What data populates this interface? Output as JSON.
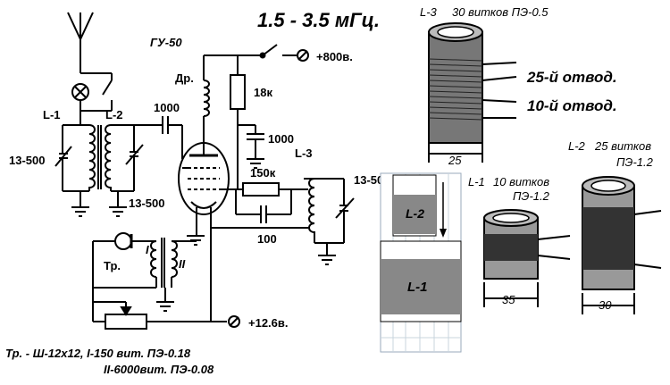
{
  "title": "1.5 - 3.5 мГц.",
  "tube": "ГУ-50",
  "supply_high": "+800в.",
  "supply_low": "+12.6в.",
  "choke": "Др.",
  "r_anode": "18к",
  "c_anode": "1000",
  "c_grid": "1000",
  "r_grid": "150к",
  "c_grid_bypass": "100",
  "l1_label": "L-1",
  "l2_label": "L-2",
  "l3_label": "L-3",
  "var_cap_left": "13-500",
  "var_cap_mid": "13-500",
  "var_cap_right": "13-500",
  "transformer": "Тр.",
  "winding_I": "I",
  "winding_II": "II",
  "note_line1": "Тр. - Ш-12х12, I-150 вит. ПЭ-0.18",
  "note_line2": "II-6000вит. ПЭ-0.08",
  "coil_l3": {
    "caption_name": "L-3",
    "caption_rest": "30 витков ПЭ-0.5",
    "tap1": "25-й отвод.",
    "tap2": "10-й отвод.",
    "dim": "25"
  },
  "coil_l1": {
    "caption_name": "L-1",
    "caption_rest": "10 витков",
    "caption2": "ПЭ-1.2",
    "dim": "35"
  },
  "coil_l2": {
    "caption_name": "L-2",
    "caption_rest": "25 витков",
    "caption2": "ПЭ-1.2",
    "dim": "30"
  },
  "assembly": {
    "inner": "L-2",
    "outer": "L-1"
  }
}
